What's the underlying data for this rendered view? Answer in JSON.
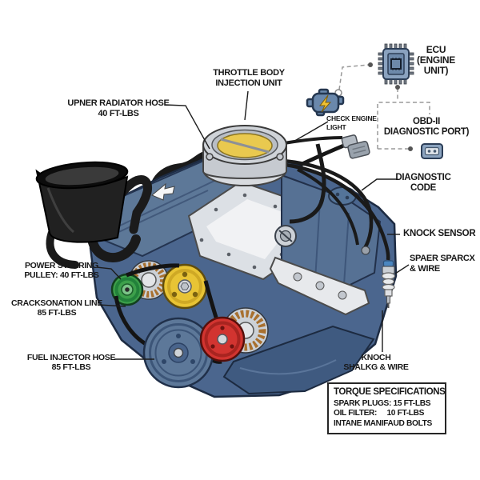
{
  "diagram_title": "engine-diagnostic-diagram",
  "colors": {
    "background": "#ffffff",
    "text": "#181818",
    "engine_blue": "#4b668e",
    "valve_cover_blue": "#5d7898",
    "intake_silver": "#dce0e5",
    "pulley_green": "#3da04b",
    "pulley_yellow": "#e8c435",
    "pulley_red": "#d23430",
    "crank_pulley_blue": "#5d7899",
    "belt_black": "#141414",
    "chip_blue": "#8aa2bf",
    "warning_bolt_yellow": "#f2c232",
    "dashed_wire_gray": "#9a9a9a",
    "leader_line": "#1c1c1c"
  },
  "labels": {
    "throttle_body": {
      "lines": [
        "THROTTLE BODY",
        "INJECTION UNIT"
      ]
    },
    "upper_radiator": {
      "lines": [
        "UPNER RADIATOR HOSE",
        "40 FT-LBS"
      ]
    },
    "ecu": {
      "lines": [
        "ECU",
        "(ENGINE",
        "UNIT)"
      ]
    },
    "check_engine": {
      "lines": [
        "CHECK ENGINE",
        "LIGHT"
      ]
    },
    "obd": {
      "lines": [
        "OBD-II",
        "DIAGNOSTIC PORT)"
      ]
    },
    "diagnostic_code": {
      "lines": [
        "DIAGNOSTIC",
        "CODE"
      ]
    },
    "knock_sensor": {
      "lines": [
        "KNOCK SENSOR"
      ]
    },
    "spark_plug_wire": {
      "lines": [
        "SPAER SPARCX",
        "& WIRE"
      ]
    },
    "power_steering": {
      "lines": [
        "POWER STEERING",
        "PULLEY: 40 FT-LBS"
      ]
    },
    "crank_line": {
      "lines": [
        "CRACKSONATION LINE",
        "85 FT-LBS"
      ]
    },
    "fuel_injector": {
      "lines": [
        "FUEL INJECTOR HOSE",
        "85 FT-LBS"
      ]
    },
    "knock_wire": {
      "lines": [
        "KNOCH",
        "SHALKG & WIRE"
      ]
    }
  },
  "torque_box": {
    "title": "TORQUE SPECIFICATIONS",
    "rows": [
      "SPARK PLUGS: 15 FT-LBS",
      "OIL FILTER:     10 FT-LBS",
      "INTANE MANIFAUD BOLTS"
    ]
  },
  "icons": {
    "ecu_chip": "microchip-icon",
    "check_engine": "check-engine-light-icon",
    "obd_port": "obd-port-icon",
    "spark_plug": "spark-plug-icon"
  }
}
